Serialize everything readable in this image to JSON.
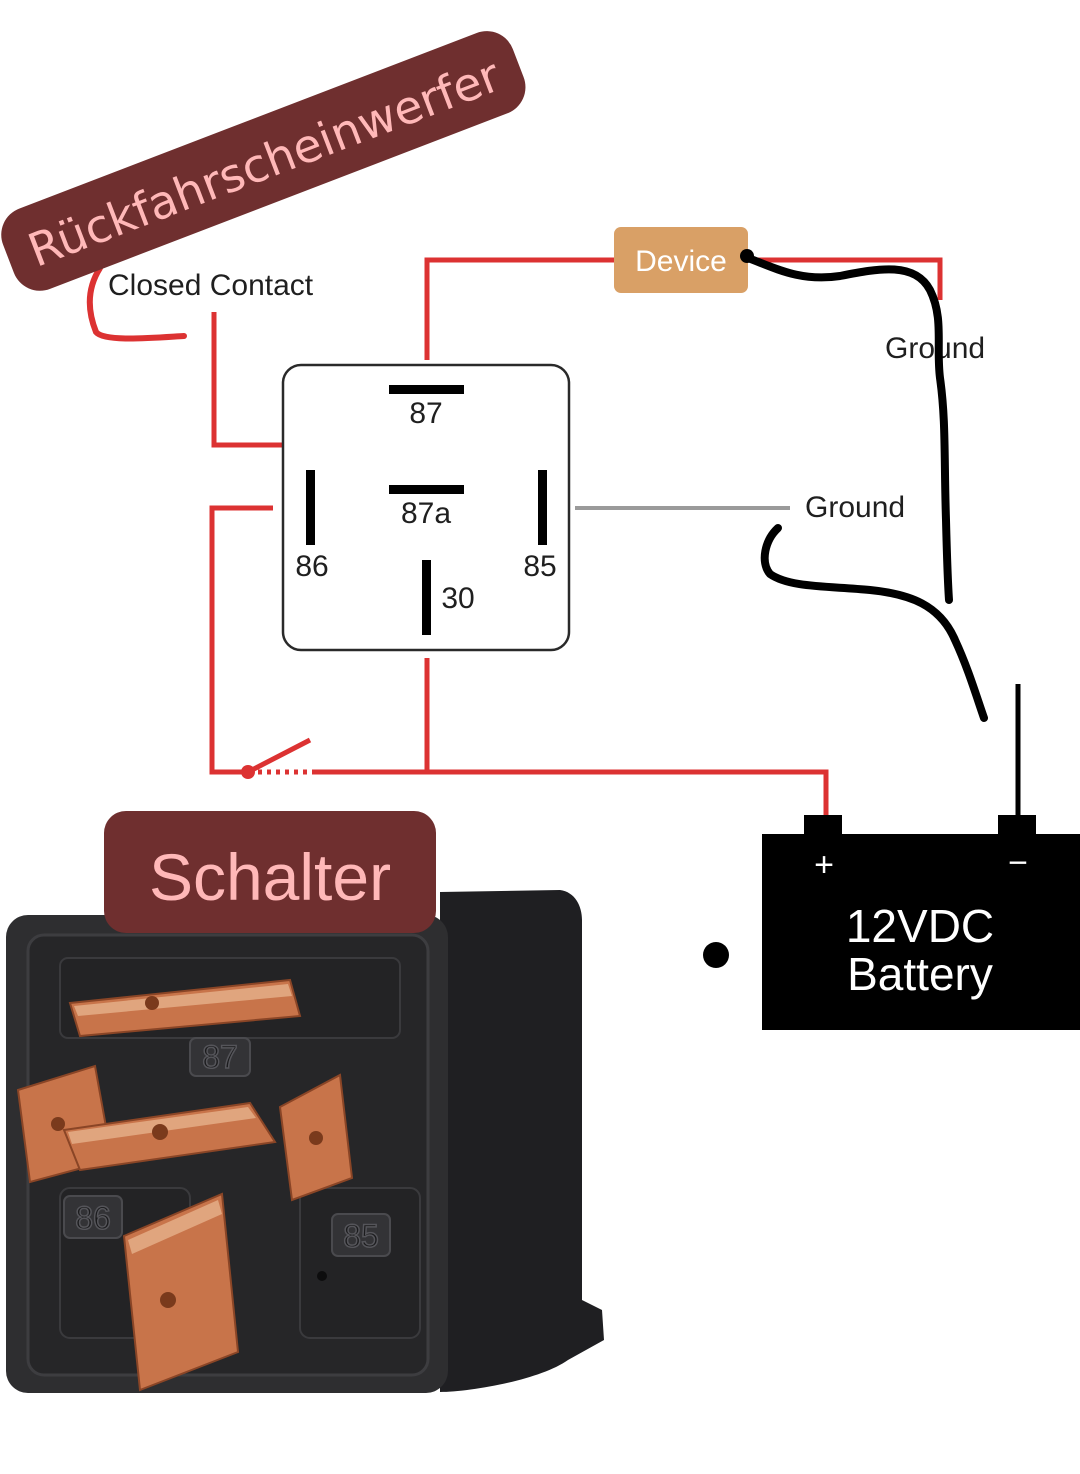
{
  "labels": {
    "reverse_light": "Rückfahrscheinwerfer",
    "closed_contact": "Closed Contact",
    "device": "Device",
    "ground_top": "Ground",
    "ground_mid": "Ground",
    "switch_label": "Schalter",
    "battery_line1": "12VDC",
    "battery_line2": "Battery",
    "battery_plus": "+",
    "battery_minus": "−"
  },
  "relay_pins": {
    "p87": "87",
    "p87a": "87a",
    "p86": "86",
    "p85": "85",
    "p30": "30"
  },
  "relay_photo_pins": {
    "p87": "87",
    "p86": "86",
    "p85": "85"
  },
  "colors": {
    "wire": "#dc3232",
    "ground_wire": "#9a9a9a",
    "hand_drawn": "#000000",
    "annotation_bg": "#6f2f2f",
    "annotation_text": "#ffb8b8",
    "device_bg": "#d9a066",
    "device_text": "#ffffff",
    "battery": "#000000",
    "copper": "#c8744a",
    "relay_body": "#2e2e30"
  }
}
